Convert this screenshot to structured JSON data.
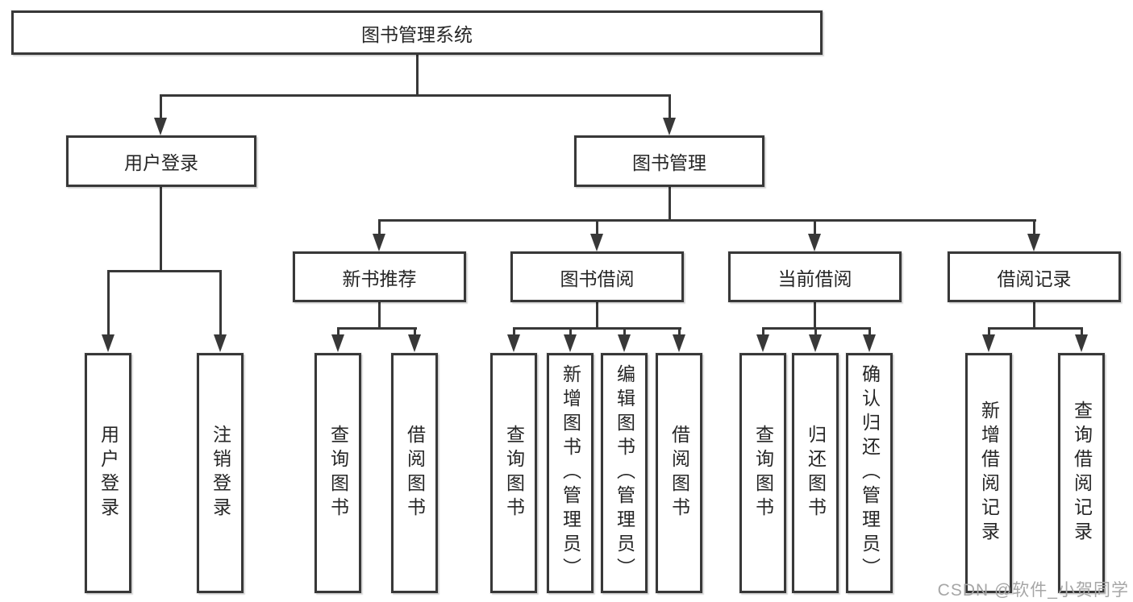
{
  "tree": {
    "root": "图书管理系统",
    "children": [
      {
        "label": "用户登录",
        "children": [
          "用户登录",
          "注销登录"
        ]
      },
      {
        "label": "图书管理",
        "children": [
          {
            "label": "新书推荐",
            "children": [
              "查询图书",
              "借阅图书"
            ]
          },
          {
            "label": "图书借阅",
            "children": [
              "查询图书",
              "新增图书（管理员）",
              "编辑图书（管理员）",
              "借阅图书"
            ]
          },
          {
            "label": "当前借阅",
            "children": [
              "查询图书",
              "归还图书",
              "确认归还（管理员）"
            ]
          },
          {
            "label": "借阅记录",
            "children": [
              "新增借阅记录",
              "查询借阅记录"
            ]
          }
        ]
      }
    ]
  },
  "watermark": "CSDN @软件_小贺同学",
  "colors": {
    "line": "#383838",
    "text": "#262626",
    "watermark": "#a6a6a6",
    "background": "#ffffff"
  }
}
